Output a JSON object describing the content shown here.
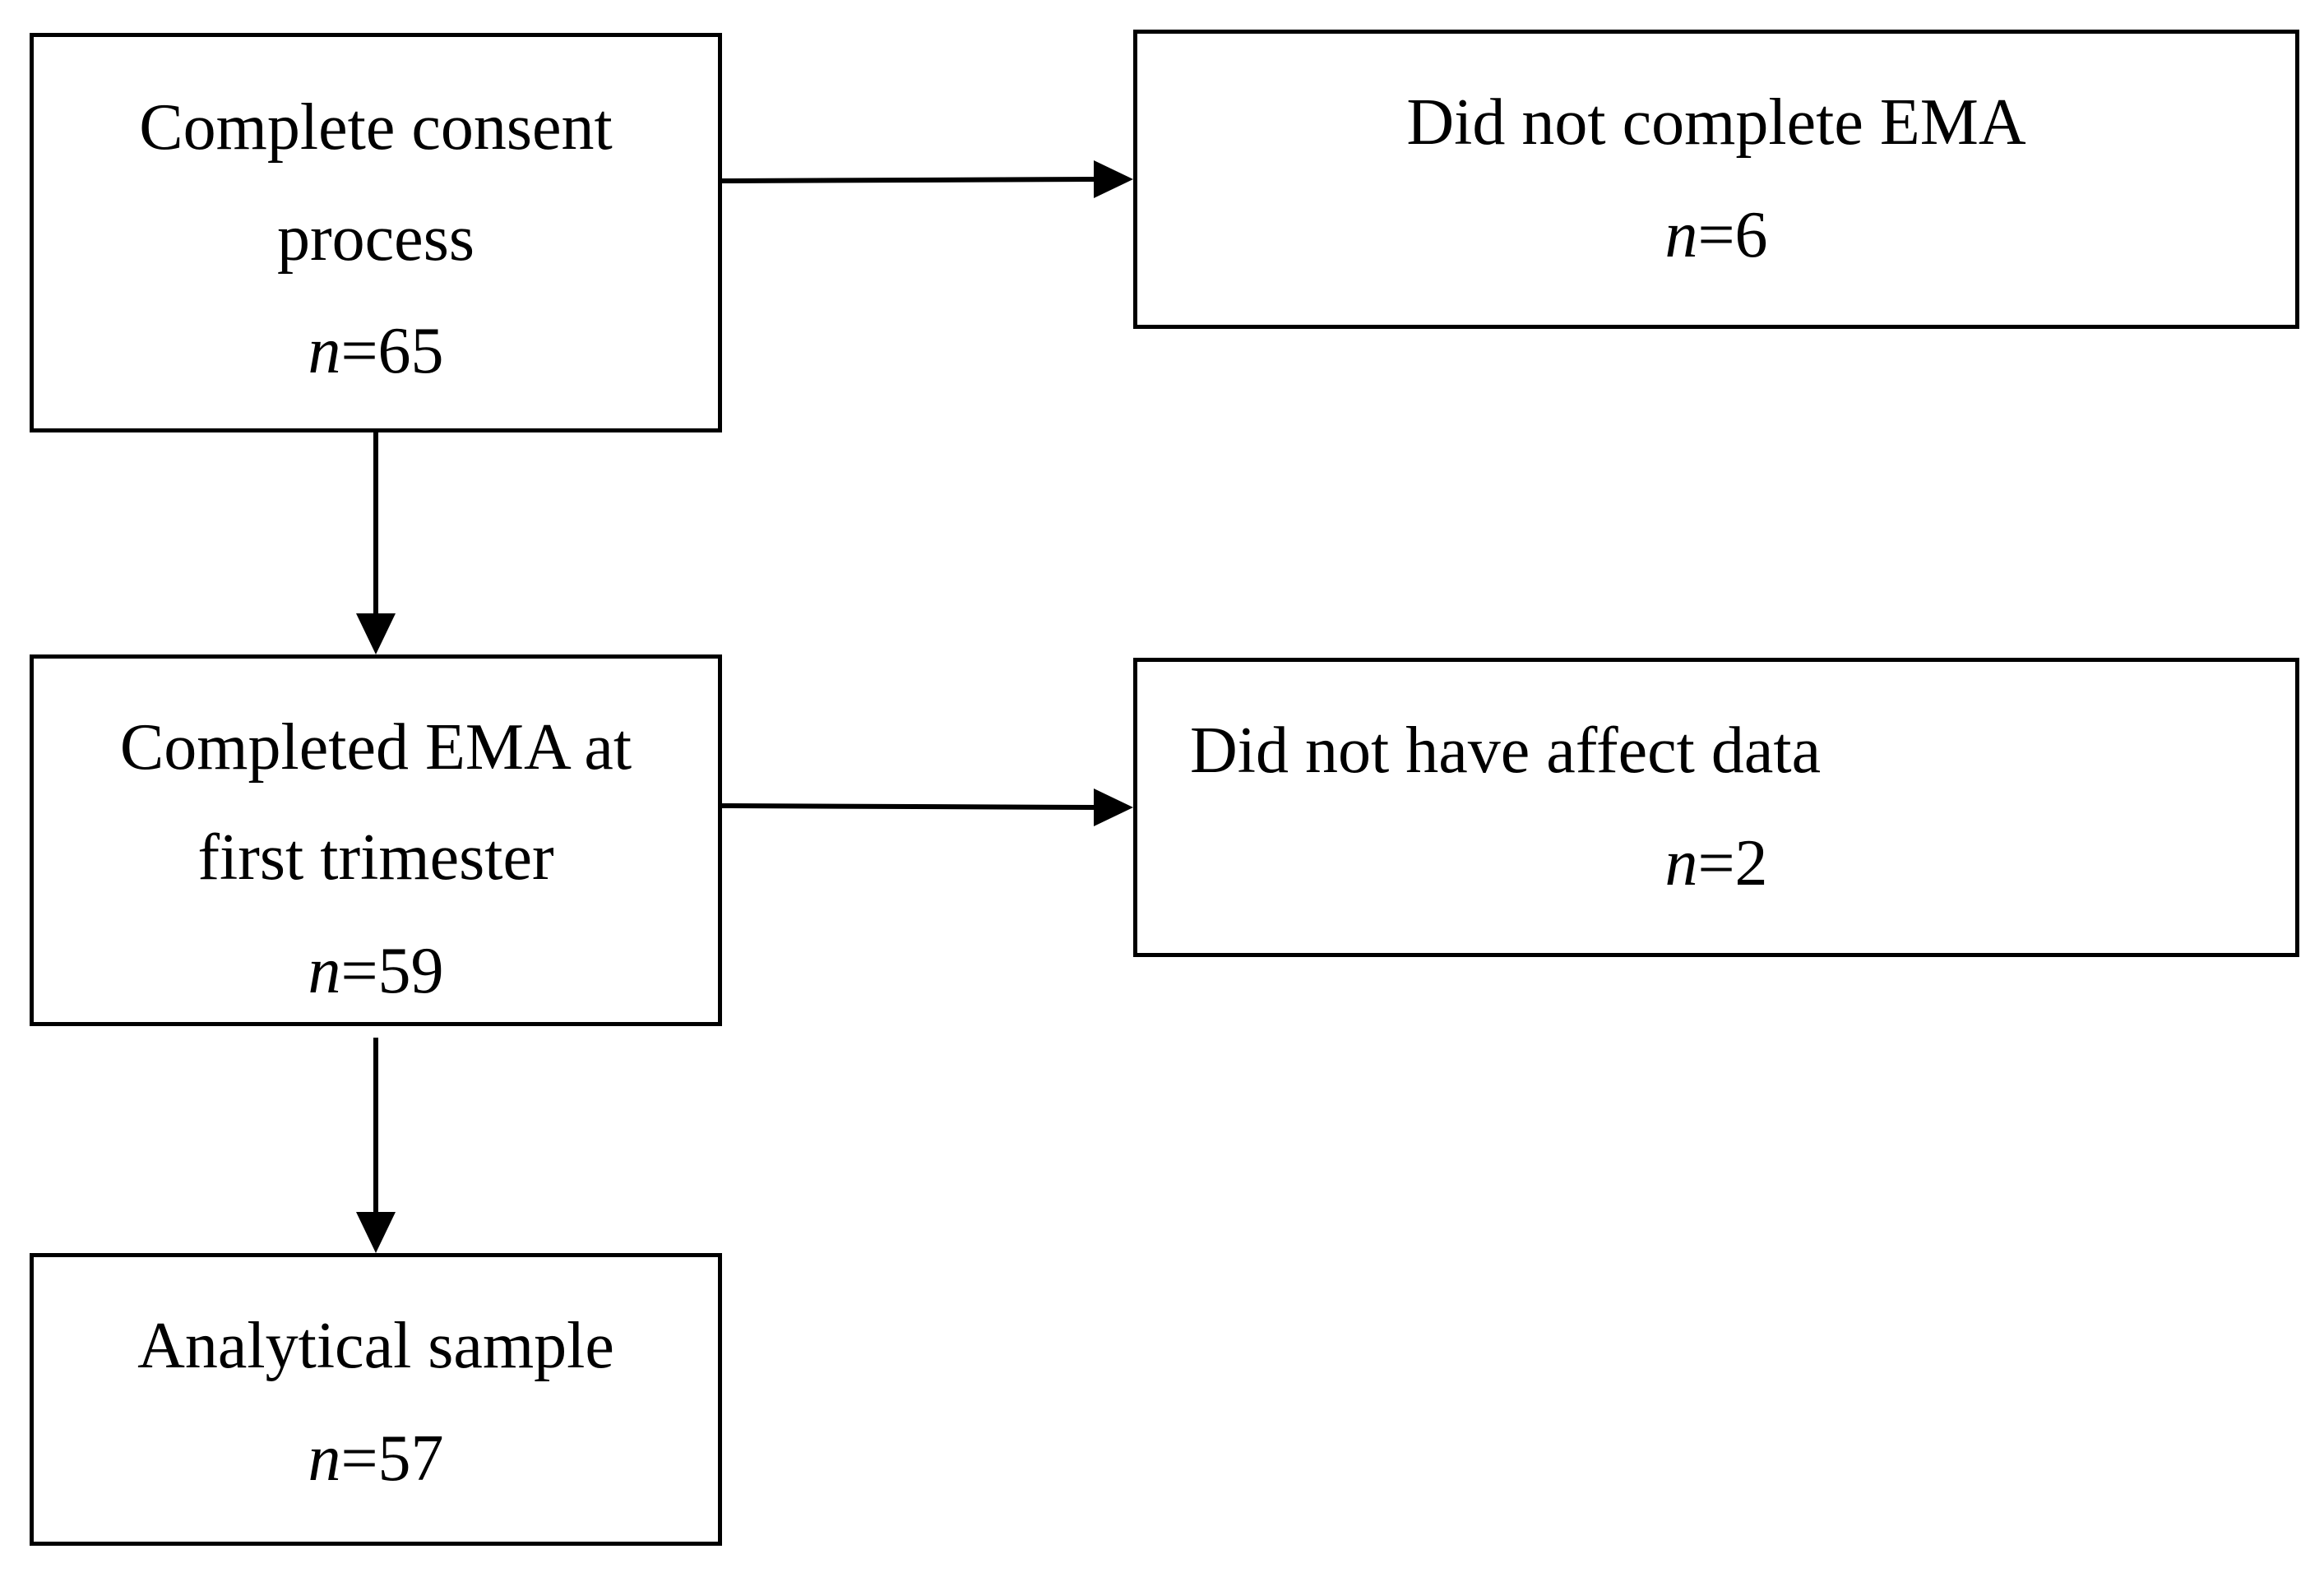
{
  "boxes": {
    "consent": {
      "line1": "Complete consent",
      "line2": "process",
      "n_label": "n",
      "n_value": "=65"
    },
    "no_ema": {
      "line1": "Did not complete EMA",
      "n_label": "n",
      "n_value": "=6"
    },
    "completed_ema": {
      "line1": "Completed EMA at",
      "line2": "first trimester",
      "n_label": "n",
      "n_value": "=59"
    },
    "no_affect": {
      "line1": "Did not have affect data",
      "n_label": "n",
      "n_value": "=2"
    },
    "analytical": {
      "line1": "Analytical sample",
      "n_label": "n",
      "n_value": "=57"
    }
  },
  "colors": {
    "stroke": "#000000",
    "background": "#ffffff"
  }
}
